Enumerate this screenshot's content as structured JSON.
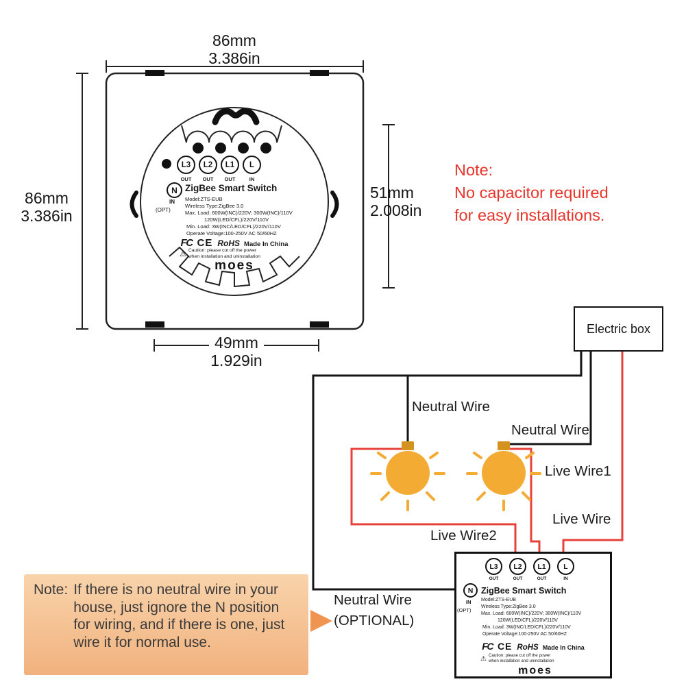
{
  "dimensions": {
    "top_mm": "86mm",
    "top_in": "3.386in",
    "left_mm": "86mm",
    "left_in": "3.386in",
    "right_mm": "51mm",
    "right_in": "2.008in",
    "bottom_mm": "49mm",
    "bottom_in": "1.929in"
  },
  "capacitor_note": {
    "line1": "Note:",
    "line2": "No capacitor required",
    "line3": "for easy installations."
  },
  "electric_box_label": "Electric box",
  "wire_labels": {
    "neutral_bulb1": "Neutral Wire",
    "neutral_bulb2": "Neutral Wire",
    "live_wire1": "Live Wire1",
    "live_wire": "Live Wire",
    "live_wire2": "Live Wire2",
    "neutral_optional_line1": "Neutral Wire",
    "neutral_optional_line2": "(OPTIONAL)"
  },
  "neutral_note": {
    "prefix": "Note:",
    "body": "If there is no neutral wire in your house, just ignore the N position for wiring, and if there is one, just wire it for normal use."
  },
  "switch_label": {
    "terminals": [
      "L3",
      "L2",
      "L1",
      "L"
    ],
    "terminal_dirs": [
      "OUT",
      "OUT",
      "OUT",
      "IN"
    ],
    "neutral_terminal": "N",
    "neutral_dir": "IN",
    "opt": "(OPT)",
    "title": "ZigBee Smart Switch",
    "model": "Model:ZTS-EUB",
    "wireless": "Wireless Type:ZigBee 3.0",
    "max_load": "Max. Load: 600W(INC)/220V; 300W(INC)/110V",
    "load_led": "120W(LED/CFL)/220V/110V",
    "min_load": "Min. Load: 3W(INC/LED/CFL)/220V/110V",
    "voltage": "Operate Voltage:100-250V AC 50/60HZ",
    "cert_fcc": "FC",
    "cert_ce": "CE",
    "cert_rohs": "RoHS",
    "made_in": "Made In China",
    "warning_icon": "⚠",
    "caution_line1": "Caution: please cut off the power",
    "caution_line2": "when installation and uninstallation",
    "brand": "moes"
  },
  "colors": {
    "note_red": "#e8352b",
    "live_wire": "#e8413a",
    "neutral_wire": "#141414",
    "bulb": "#f3ab33",
    "note_box_bg": "#f5c49c",
    "arrow_orange": "#ef9551"
  }
}
